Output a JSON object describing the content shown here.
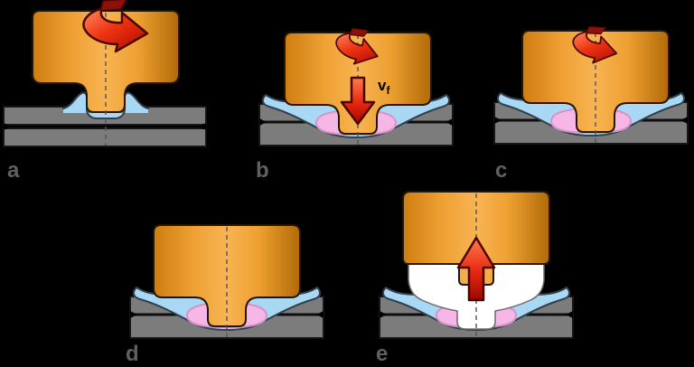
{
  "figure": {
    "description_visible_text_only": true
  },
  "panels": [
    {
      "id": "panel-a",
      "label": "a"
    },
    {
      "id": "panel-b",
      "label": "b"
    },
    {
      "id": "panel-c",
      "label": "c"
    },
    {
      "id": "panel-d",
      "label": "d"
    },
    {
      "id": "panel-e",
      "label": "e"
    }
  ],
  "annotations": {
    "feed_rate_base": "v",
    "feed_rate_sub": "f"
  },
  "colors": {
    "background": "#000000",
    "tool_orange_light": "#f8b352",
    "tool_orange_mid": "#efa235",
    "tool_orange_dark": "#c5790e",
    "tool_outline": "#241603",
    "plate_gray": "#7c7c7c",
    "plate_outline": "#161616",
    "stir_blue": "#a9d8f5",
    "stir_blue_outline": "#31404e",
    "nugget_pink": "#f6b7e7",
    "nugget_pink_outline": "#d593c6",
    "arrow_red": "#ee3312",
    "arrow_red_dark": "#a80700",
    "arrow_outline": "#4a0600",
    "retract_gap_white": "#ffffff",
    "label_gray": "#606060",
    "centerline_gray": "#555555"
  }
}
